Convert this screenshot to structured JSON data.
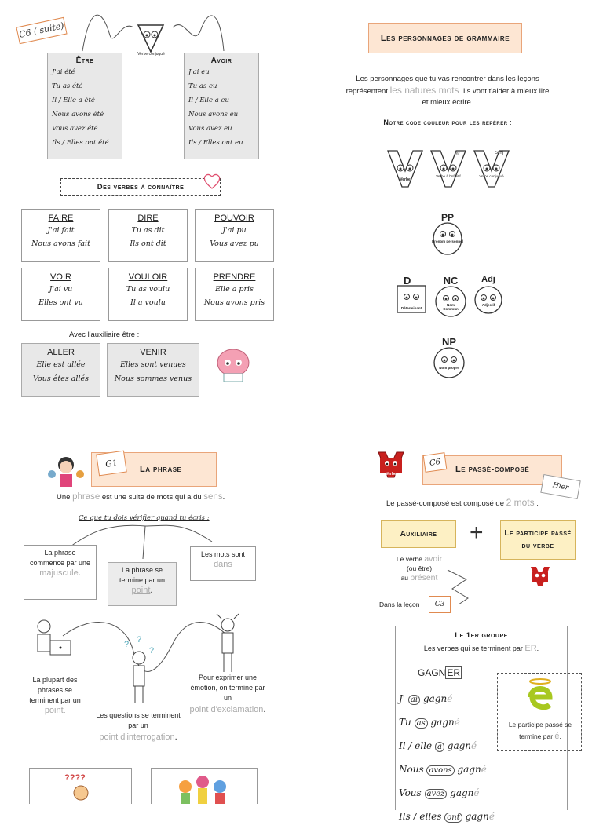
{
  "top_left": {
    "tag": "C6 ( suite)",
    "etre": {
      "title": "Être",
      "lines": [
        "J'ai été",
        "Tu as été",
        "Il / Elle a été",
        "Nous avons été",
        "Vous avez été",
        "Ils / Elles ont été"
      ]
    },
    "avoir": {
      "title": "Avoir",
      "lines": [
        "J'ai eu",
        "Tu as eu",
        "Il / Elle a eu",
        "Nous avons eu",
        "Vous avez eu",
        "Ils / Elles ont eu"
      ]
    },
    "mascot_label": "Verbe conjugué",
    "verbs_title": "Des verbes à connaître",
    "verbs": [
      {
        "name": "FAIRE",
        "l1": "J'ai fait",
        "l2": "Nous avons fait"
      },
      {
        "name": "DIRE",
        "l1": "Tu as dit",
        "l2": "Ils ont dit"
      },
      {
        "name": "POUVOIR",
        "l1": "J'ai pu",
        "l2": "Vous avez pu"
      },
      {
        "name": "VOIR",
        "l1": "J'ai vu",
        "l2": "Elles ont vu"
      },
      {
        "name": "VOULOIR",
        "l1": "Tu as voulu",
        "l2": "Il a voulu"
      },
      {
        "name": "PRENDRE",
        "l1": "Elle a pris",
        "l2": "Nous avons pris"
      }
    ],
    "aux_etre": "Avec l'auxiliaire être :",
    "etre_verbs": [
      {
        "name": "ALLER",
        "l1": "Elle est allée",
        "l2": "Vous êtes allés"
      },
      {
        "name": "VENIR",
        "l1": "Elles sont venues",
        "l2": "Nous sommes venus"
      }
    ]
  },
  "top_right": {
    "title": "Les personnages de grammaire",
    "p1a": "Les personnages que tu vas rencontrer dans les leçons",
    "p1b": "représentent",
    "p1c": "les natures mots",
    "p1d": ". Ils vont t'aider à mieux lire",
    "p1e": "et mieux écrire.",
    "code": "Notre code couleur pour les repérer",
    "code_suffix": " :",
    "row1": [
      "Verbe",
      "Verbe à l'infinitif",
      "Verbe conjugué"
    ],
    "row1_marks": [
      "",
      "inf",
      "conj"
    ],
    "pp": "Pronom personnel",
    "pp_mark": "PP",
    "row3": [
      "Déterminant",
      "Nom Commun",
      "Adjectif"
    ],
    "row3_marks": [
      "D",
      "NC",
      "Adj"
    ],
    "np": "Nom propre",
    "np_mark": "NP"
  },
  "bottom_left": {
    "tag": "G1",
    "title": "La phrase",
    "def_a": "Une ",
    "def_b": "phrase",
    "def_c": " est une suite de mots qui a du ",
    "def_d": "sens",
    "def_e": ".",
    "check": "Ce que tu dois vérifier quand tu écris :",
    "b1a": "La phrase commence par une",
    "b1b": "majuscule",
    "b1c": ".",
    "b2a": "La phrase se termine par un",
    "b2b": "point",
    "b2c": ".",
    "b3a": "Les mots sont",
    "b3b": "dans",
    "c1a": "La plupart des phrases se terminent par un",
    "c1b": "point",
    "c1c": ".",
    "c2a": "Les questions se terminent par un",
    "c2b": "point d'interrogation",
    "c2c": ".",
    "c3a": "Pour exprimer une émotion, on termine par un",
    "c3b": "point d'exclamation",
    "c3c": ".",
    "qmarks": "????"
  },
  "bottom_right": {
    "tag": "C6",
    "title": "Le passé-composé",
    "sticky": "Hier",
    "mascot_label": "Verbe",
    "def_a": "Le passé-composé est composé de ",
    "def_b": "2 mots",
    "def_c": " :",
    "aux": "Auxiliaire",
    "plus": "+",
    "part": "Le participe passé du verbe",
    "note_a": "Le verbe",
    "note_b": "avoir",
    "note_c": "(ou être)",
    "note_d": "au",
    "note_e": "présent",
    "lecon": "Dans la leçon",
    "lecon_tag": "C3",
    "group_title": "Le 1er groupe",
    "group_sub_a": "Les verbes qui se terminent par ",
    "group_sub_b": "ER",
    "group_sub_c": ".",
    "verb_a": "GAGN",
    "verb_b": "ER",
    "conj": [
      {
        "p": "J'",
        "a": "ai",
        "v": "gagn",
        "e": "é"
      },
      {
        "p": "Tu",
        "a": "as",
        "v": "gagn",
        "e": "é"
      },
      {
        "p": "Il / elle",
        "a": "a",
        "v": "gagn",
        "e": "é"
      },
      {
        "p": "Nous",
        "a": "avons",
        "v": "gagn",
        "e": "é"
      },
      {
        "p": "Vous",
        "a": "avez",
        "v": "gagn",
        "e": "é"
      },
      {
        "p": "Ils / elles",
        "a": "ont",
        "v": "gagn",
        "e": "é"
      }
    ],
    "side_a": "Le participe passé se termine par ",
    "side_b": "é",
    "side_c": "."
  }
}
